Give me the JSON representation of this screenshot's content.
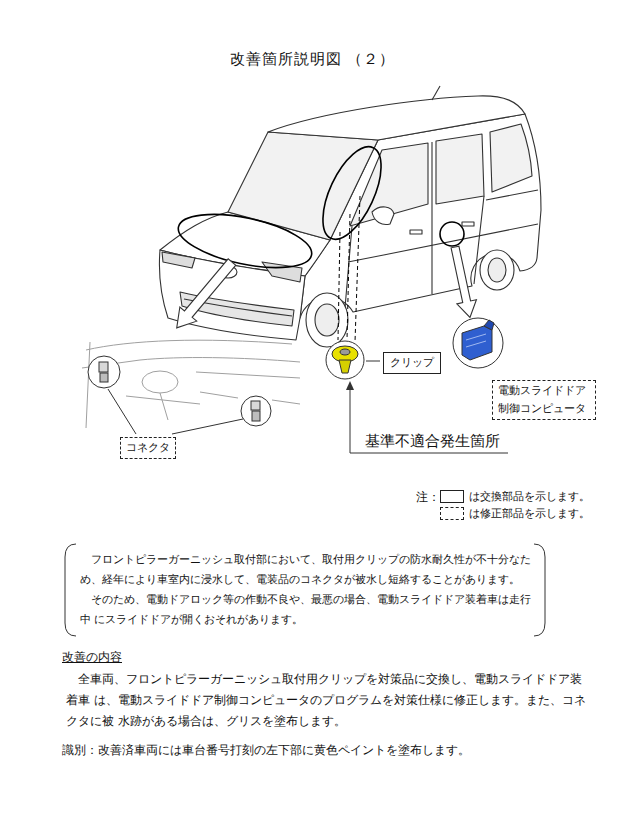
{
  "diagram": {
    "title": "改善箇所説明図 （２）",
    "nodes": [
      {
        "text": [
          "クリップ"
        ]
      },
      {
        "text": [
          "電動スライドドア 制御コンピュータ"
        ]
      },
      {
        "text": [
          "コネクタ"
        ]
      },
      {
        "text": [
          "フロントピラーガーニッシュ取付部において、取付用クリップの防水耐久性が不十分なた め、経年により車室内に浸水して、電装品のコネクタが被水し短絡することがあります。",
          "そのため、電動ドアロック等の作動不良や、最悪の場合、電動スライドドア装着車は走行中 にスライドドアが開くおそれがあります。"
        ]
      }
    ],
    "labels": [
      "基準不適合発生箇所",
      "注：",
      "改善の内容",
      "全車両、フロントピラーガーニッシュ取付用クリップを対策品に交換し、電動スライドドア装着車 は、電動スライドドア制御コンピュータのプログラムを対策仕様に修正します。また、コネクタに被 水跡がある場合は、グリスを塗布します。",
      "識別：改善済車両には車台番号打刻の左下部に黄色ペイントを塗布します。"
    ],
    "legend": [
      {
        "text": "は交換部品を示します。"
      },
      {
        "text": "は修正部品を示します。"
      }
    ]
  }
}
